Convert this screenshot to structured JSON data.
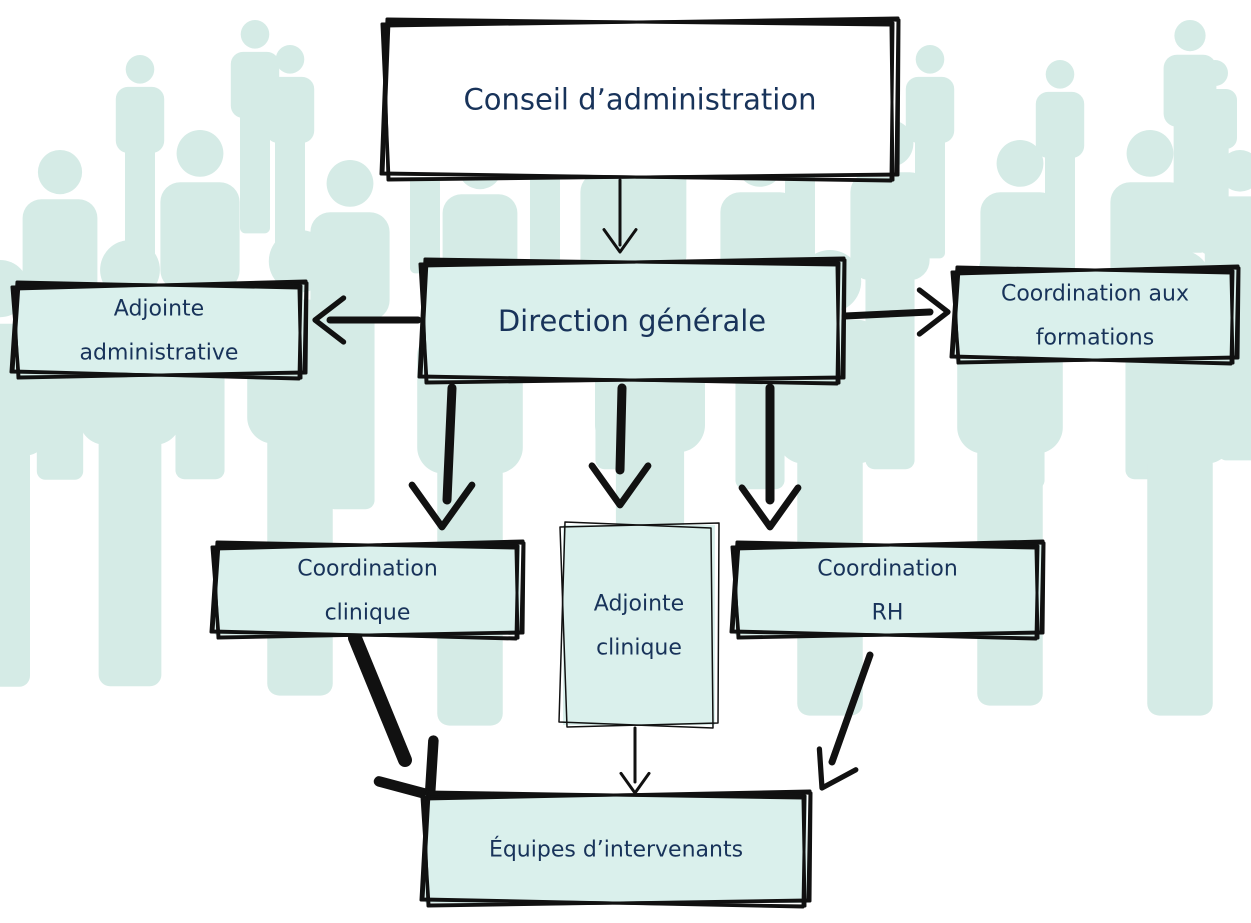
{
  "colors": {
    "background": "#ffffff",
    "silhouette": "#d5ebe6",
    "box_fill_top": "#ffffff",
    "box_fill": "#daf0ec",
    "stroke": "#111111",
    "text": "#18335a"
  },
  "background": {
    "icon": "people-silhouette-icon"
  },
  "nodes": {
    "conseil": {
      "lines": [
        "Conseil d’administration"
      ]
    },
    "direction": {
      "lines": [
        "Direction générale"
      ]
    },
    "adj_admin": {
      "lines": [
        "Adjointe",
        "administrative"
      ]
    },
    "coord_form": {
      "lines": [
        "Coordination  aux",
        "formations"
      ]
    },
    "coord_clin": {
      "lines": [
        "Coordination",
        "clinique"
      ]
    },
    "adj_clin": {
      "lines": [
        "Adjointe",
        "clinique"
      ]
    },
    "coord_rh": {
      "lines": [
        "Coordination",
        "RH"
      ]
    },
    "equipes": {
      "lines": [
        "Équipes d’intervenants"
      ]
    }
  },
  "edges": [
    {
      "from": "conseil",
      "to": "direction"
    },
    {
      "from": "direction",
      "to": "adj_admin"
    },
    {
      "from": "direction",
      "to": "coord_form"
    },
    {
      "from": "direction",
      "to": "coord_clin"
    },
    {
      "from": "direction",
      "to": "adj_clin"
    },
    {
      "from": "direction",
      "to": "coord_rh"
    },
    {
      "from": "coord_clin",
      "to": "equipes"
    },
    {
      "from": "adj_clin",
      "to": "equipes"
    },
    {
      "from": "coord_rh",
      "to": "equipes"
    }
  ]
}
